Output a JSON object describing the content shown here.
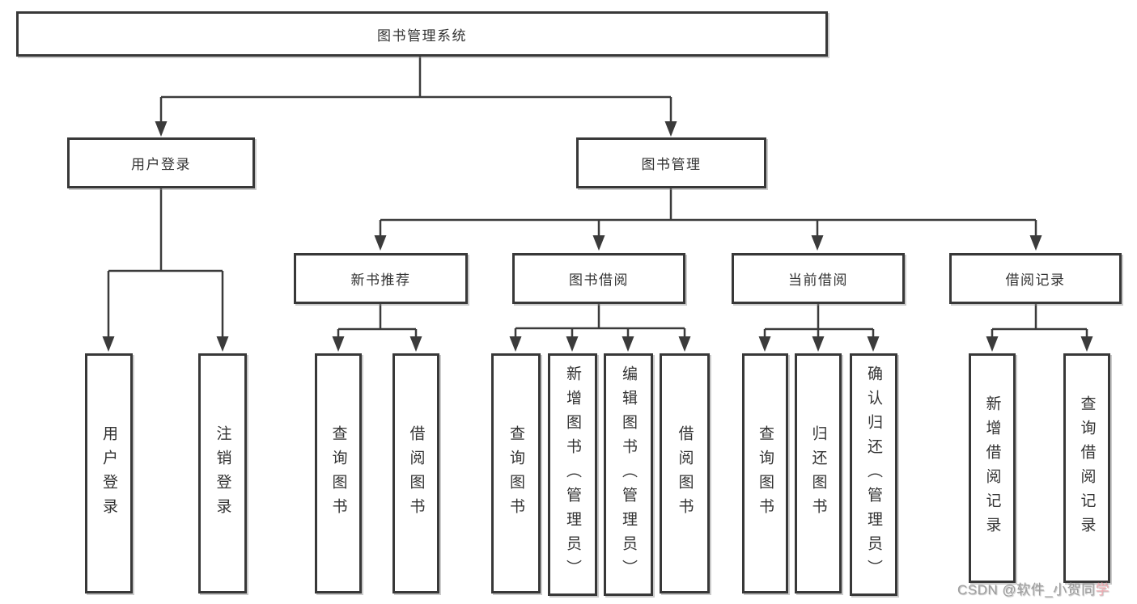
{
  "nodes": {
    "root": {
      "label": "图书管理系统"
    },
    "user_login": {
      "label": "用户登录"
    },
    "book_mgmt": {
      "label": "图书管理"
    },
    "new_book_rec": {
      "label": "新书推荐"
    },
    "book_borrow": {
      "label": "图书借阅"
    },
    "current_borrow": {
      "label": "当前借阅"
    },
    "borrow_record": {
      "label": "借阅记录"
    },
    "leaf_user_login": {
      "label": "用户登录"
    },
    "leaf_logout": {
      "label": "注销登录"
    },
    "leaf_nbr_query": {
      "label": "查询图书"
    },
    "leaf_nbr_borrow": {
      "label": "借阅图书"
    },
    "leaf_bb_query": {
      "label": "查询图书"
    },
    "leaf_bb_add": {
      "label": "新增图书（管理员）"
    },
    "leaf_bb_edit": {
      "label": "编辑图书（管理员）"
    },
    "leaf_bb_borrow": {
      "label": "借阅图书"
    },
    "leaf_cb_query": {
      "label": "查询图书"
    },
    "leaf_cb_return": {
      "label": "归还图书"
    },
    "leaf_cb_confirm": {
      "label": "确认归还（管理员）"
    },
    "leaf_br_add": {
      "label": "新增借阅记录"
    },
    "leaf_br_query": {
      "label": "查询借阅记录"
    }
  },
  "hierarchy": {
    "图书管理系统": {
      "用户登录": [
        "用户登录",
        "注销登录"
      ],
      "图书管理": {
        "新书推荐": [
          "查询图书",
          "借阅图书"
        ],
        "图书借阅": [
          "查询图书",
          "新增图书（管理员）",
          "编辑图书（管理员）",
          "借阅图书"
        ],
        "当前借阅": [
          "查询图书",
          "归还图书",
          "确认归还（管理员）"
        ],
        "借阅记录": [
          "新增借阅记录",
          "查询借阅记录"
        ]
      }
    }
  },
  "watermark": {
    "text_main": "CSDN @软件_小贺同",
    "text_accent": "学"
  },
  "colors": {
    "background": "#ffffff",
    "line": "#3b3b3b",
    "box_border": "#383838",
    "text": "#333333",
    "box_shadow": "#8c8c8c",
    "watermark": "#9d9d9d",
    "watermark_accent": "#efa9b0"
  }
}
